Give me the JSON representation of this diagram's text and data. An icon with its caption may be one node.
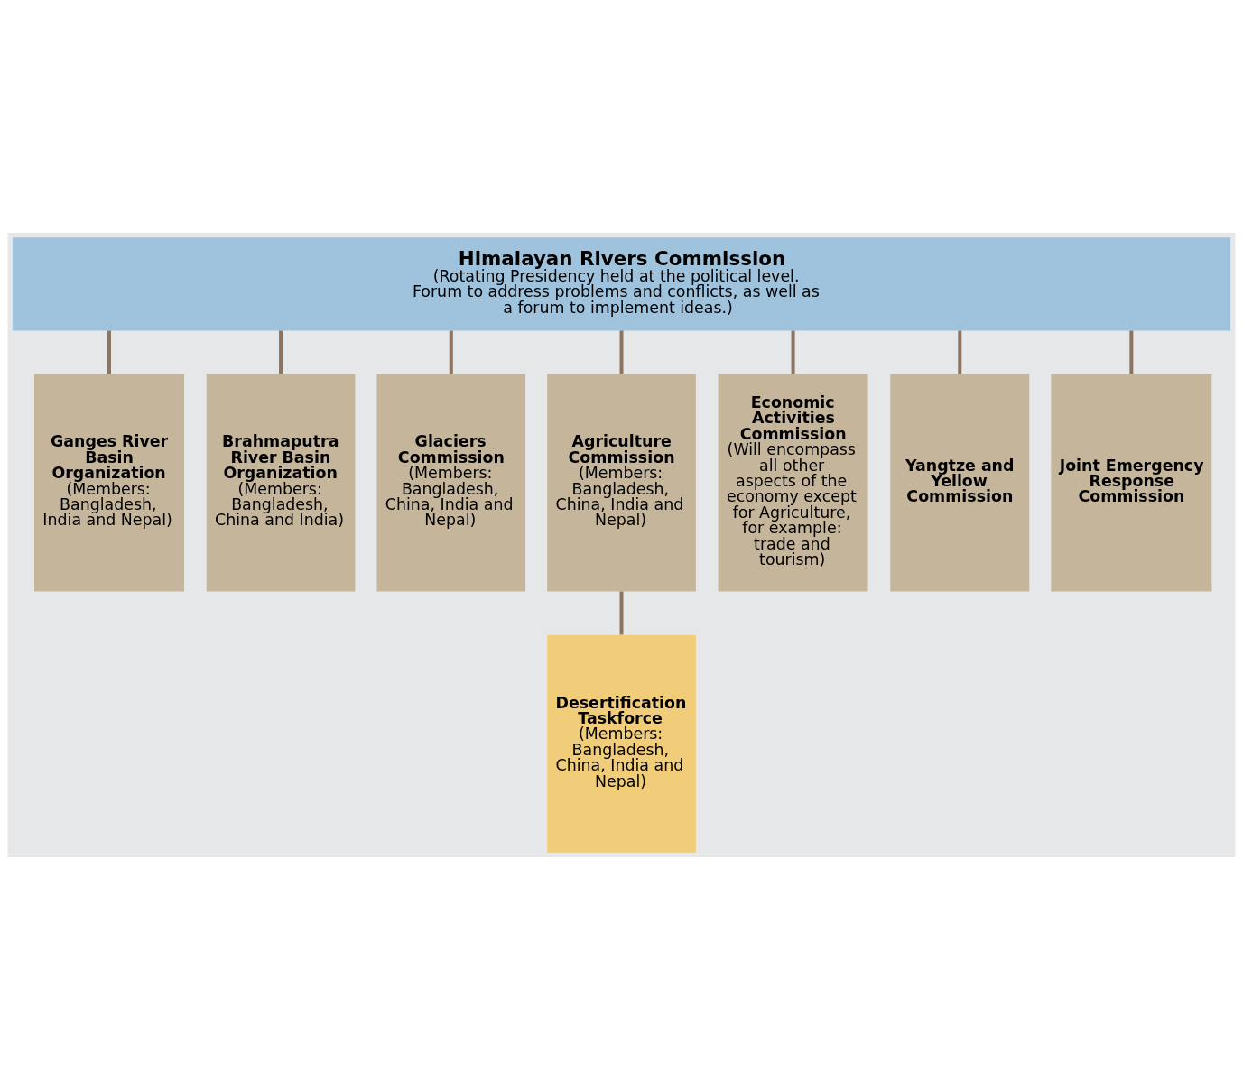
{
  "diagram": {
    "nodes": [
      {
        "text": [
          "Himalayan Rivers Commission",
          "(Rotating Presidency held at the political level. Forum to address problems and conflicts, as well as a forum to implement ideas.)"
        ]
      },
      {
        "text": [
          "Ganges River Basin Organization",
          "(Members: Bangladesh, India and Nepal)"
        ]
      },
      {
        "text": [
          "Brahmaputra River Basin Organization",
          "(Members: Bangladesh, China and India)"
        ]
      },
      {
        "text": [
          "Glaciers Commission",
          "(Members: Bangladesh, China, India and Nepal)"
        ]
      },
      {
        "text": [
          "Agriculture Commission",
          "(Members: Bangladesh, China, India and Nepal)"
        ]
      },
      {
        "text": [
          "Economic Activities Commission",
          "(Will encompass all other aspects of the economy except for Agriculture, for example: trade and tourism)"
        ]
      },
      {
        "text": [
          "Yangtze and Yellow Commission"
        ]
      },
      {
        "text": [
          "Joint Emergency Response Commission"
        ]
      },
      {
        "text": [
          "Desertification Taskforce",
          "(Members: Bangladesh, China, India and Nepal)"
        ]
      }
    ],
    "edges": [
      {
        "from": 0,
        "to": 1,
        "arrow": "none"
      },
      {
        "from": 0,
        "to": 2,
        "arrow": "none"
      },
      {
        "from": 0,
        "to": 3,
        "arrow": "none"
      },
      {
        "from": 0,
        "to": 4,
        "arrow": "none"
      },
      {
        "from": 0,
        "to": 5,
        "arrow": "none"
      },
      {
        "from": 0,
        "to": 6,
        "arrow": "none"
      },
      {
        "from": 0,
        "to": 7,
        "arrow": "none"
      },
      {
        "from": 4,
        "to": 8,
        "arrow": "none"
      }
    ]
  }
}
